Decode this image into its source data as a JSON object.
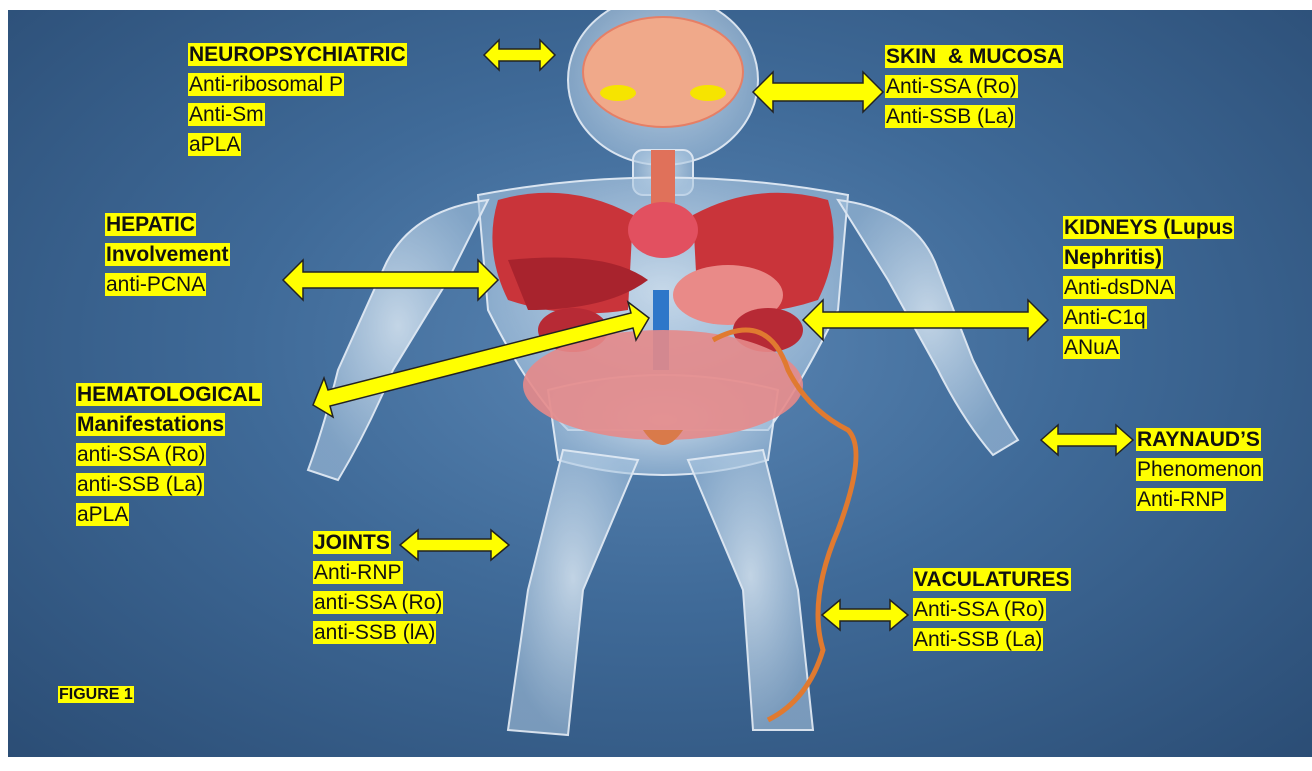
{
  "figure_label": "FIGURE 1",
  "colors": {
    "highlight": "#ffff00",
    "arrow_fill": "#ffff00",
    "background": "#3f6a98",
    "vessel": "#e07a30"
  },
  "labels": {
    "neuro": {
      "heading": "NEUROPSYCHIATRIC",
      "items": [
        "Anti-ribosomal P",
        "Anti-Sm",
        "aPLA"
      ]
    },
    "skin": {
      "heading": "SKIN  & MUCOSA",
      "items": [
        "Anti-SSA (Ro)",
        "Anti-SSB (La)"
      ]
    },
    "hepatic": {
      "heading_lines": [
        "HEPATIC",
        "Involvement"
      ],
      "items": [
        "anti-PCNA"
      ]
    },
    "kidneys": {
      "heading_lines": [
        "KIDNEYS (Lupus",
        "Nephritis)"
      ],
      "items": [
        "Anti-dsDNA",
        "Anti-C1q",
        "ANuA"
      ]
    },
    "hematological": {
      "heading_lines": [
        "HEMATOLOGICAL",
        "Manifestations"
      ],
      "items": [
        "anti-SSA (Ro)",
        "anti-SSB (La)",
        "aPLA"
      ]
    },
    "raynauds": {
      "heading": "RAYNAUD’S",
      "items": [
        "Phenomenon",
        "Anti-RNP"
      ]
    },
    "joints": {
      "heading": "JOINTS",
      "items": [
        "Anti-RNP",
        "anti-SSA (Ro)",
        "anti-SSB (lA)"
      ]
    },
    "vasculatures": {
      "heading": "VACULATURES",
      "items": [
        "Anti-SSA (Ro)",
        "Anti-SSB (La)"
      ]
    }
  }
}
